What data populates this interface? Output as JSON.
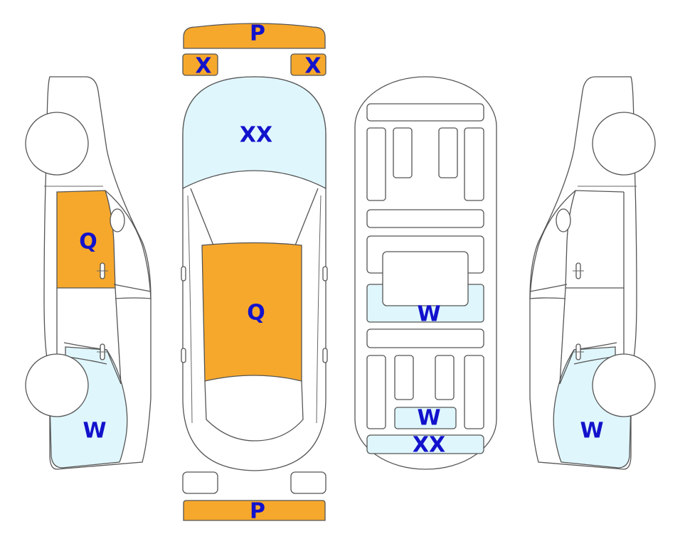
{
  "colors": {
    "orange": "#f6a82c",
    "lightblue": "#dff6fc",
    "outline": "#555555",
    "label": "#1212cc"
  },
  "labels": {
    "front_bumper": "P",
    "front_left_light": "X",
    "front_right_light": "X",
    "hood": "XX",
    "roof": "Q",
    "rear_bumper": "P",
    "left_front_door": "Q",
    "left_front_fender": "W",
    "right_front_fender": "W",
    "underbody_mid": "W",
    "underbody_rear": "W",
    "underbody_rear_bumper": "XX"
  },
  "parts": [
    {
      "id": "front_bumper",
      "code": "P",
      "color": "orange"
    },
    {
      "id": "front_left_light",
      "code": "X",
      "color": "orange"
    },
    {
      "id": "front_right_light",
      "code": "X",
      "color": "orange"
    },
    {
      "id": "hood",
      "code": "XX",
      "color": "lightblue"
    },
    {
      "id": "roof",
      "code": "Q",
      "color": "orange"
    },
    {
      "id": "rear_bumper",
      "code": "P",
      "color": "orange"
    },
    {
      "id": "left_front_door",
      "code": "Q",
      "color": "orange"
    },
    {
      "id": "left_front_fender",
      "code": "W",
      "color": "lightblue"
    },
    {
      "id": "right_front_fender",
      "code": "W",
      "color": "lightblue"
    },
    {
      "id": "underbody_mid",
      "code": "W",
      "color": "lightblue"
    },
    {
      "id": "underbody_rear",
      "code": "W",
      "color": "lightblue"
    },
    {
      "id": "underbody_rear_bumper",
      "code": "XX",
      "color": "lightblue"
    }
  ]
}
